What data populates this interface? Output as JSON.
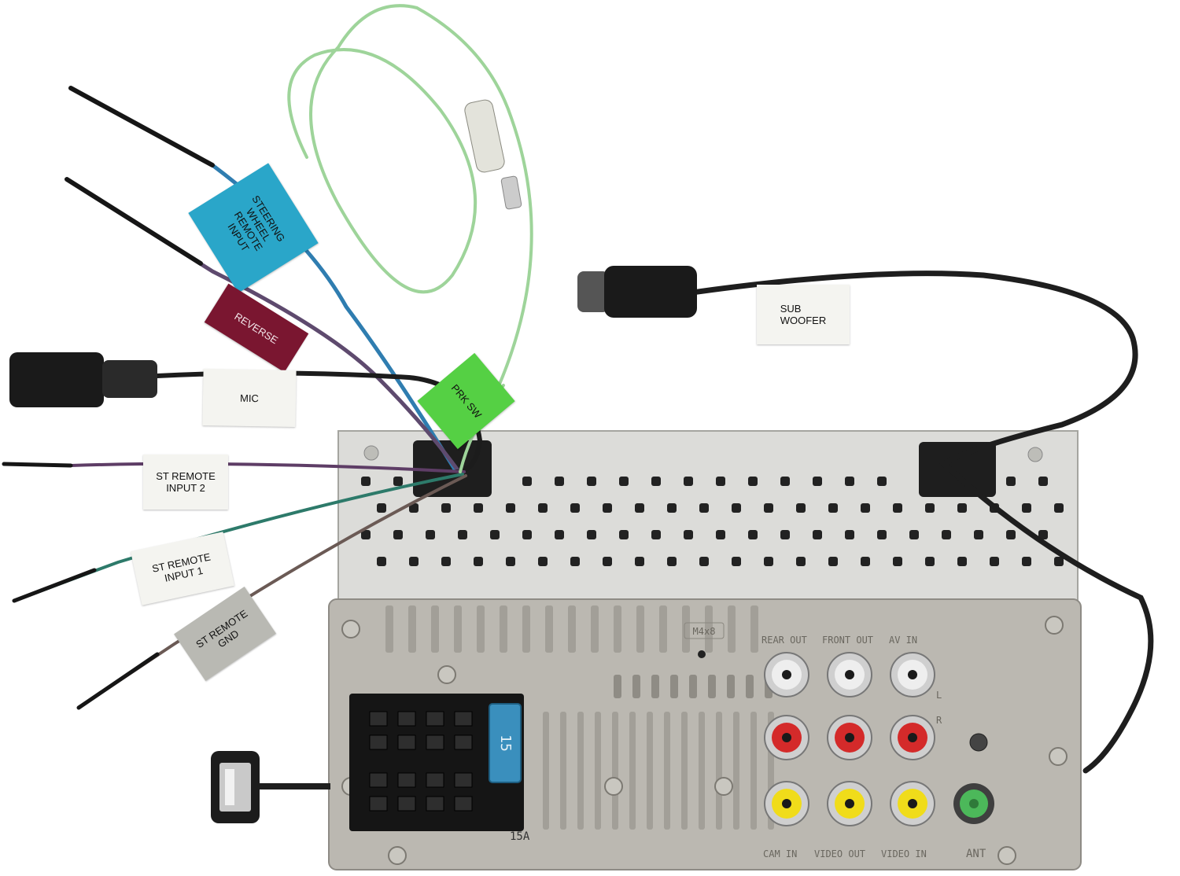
{
  "labels": {
    "steering_wheel_remote_input": "STEERING\nWHEEL\nREMOTE\nINPUT",
    "reverse": "REVERSE",
    "mic": "MIC",
    "prk_sw": "PRK SW",
    "sub_woofer": "SUB\nWOOFER",
    "st_remote_input_2": "ST REMOTE\nINPUT 2",
    "st_remote_input_1": "ST REMOTE\nINPUT 1",
    "st_remote_gnd": "ST REMOTE\nGND"
  },
  "panel_text": {
    "mark": "M4x8",
    "rear_out": "REAR OUT",
    "front_out": "FRONT OUT",
    "av_in": "AV IN",
    "left": "L",
    "right": "R",
    "cam_in": "CAM IN",
    "video_out": "VIDEO OUT",
    "video_in": "VIDEO IN",
    "ant": "ANT",
    "fuse_amps": "15",
    "fuse_rating": "15A"
  },
  "colors": {
    "steering_tag": "#2aa6c9",
    "reverse_tag": "#7a1630",
    "prk_tag": "#55d044",
    "gnd_tag": "#b9b9b3",
    "white_tag": "#f4f4f0",
    "metal_plate": "#d9d9d6",
    "die_cast_panel": "#b8b5ae",
    "rca_white": "#eeeeee",
    "rca_red": "#d42a2a",
    "rca_yellow": "#f0dc1a",
    "antenna_green": "#4cb85a",
    "fuse_blue": "#3a8fbd"
  }
}
